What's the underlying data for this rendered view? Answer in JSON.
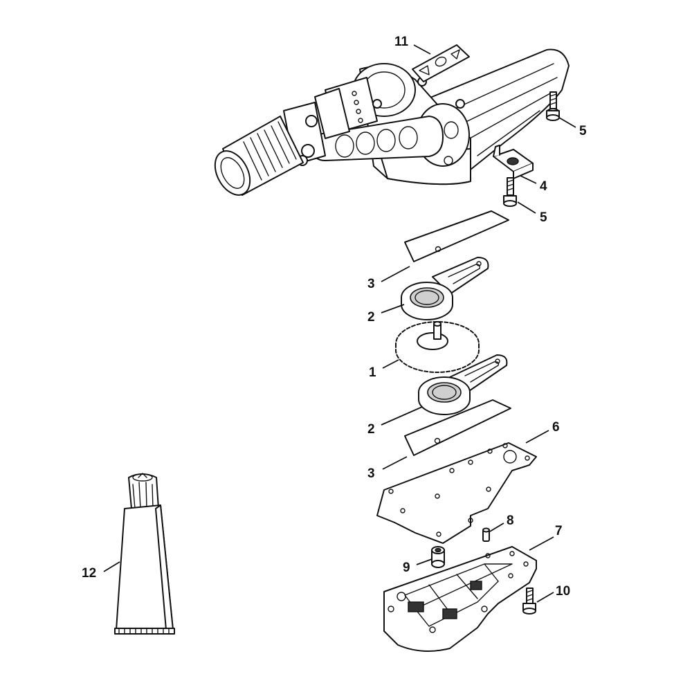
{
  "diagram": {
    "callouts": [
      {
        "id": "callout-11",
        "text": "11"
      },
      {
        "id": "callout-5-top",
        "text": "5"
      },
      {
        "id": "callout-4",
        "text": "4"
      },
      {
        "id": "callout-5-bottom",
        "text": "5"
      },
      {
        "id": "callout-3-top",
        "text": "3"
      },
      {
        "id": "callout-2-top",
        "text": "2"
      },
      {
        "id": "callout-1",
        "text": "1"
      },
      {
        "id": "callout-2-bottom",
        "text": "2"
      },
      {
        "id": "callout-6",
        "text": "6"
      },
      {
        "id": "callout-3-bottom",
        "text": "3"
      },
      {
        "id": "callout-8",
        "text": "8"
      },
      {
        "id": "callout-7",
        "text": "7"
      },
      {
        "id": "callout-9",
        "text": "9"
      },
      {
        "id": "callout-10",
        "text": "10"
      },
      {
        "id": "callout-12",
        "text": "12"
      }
    ]
  }
}
